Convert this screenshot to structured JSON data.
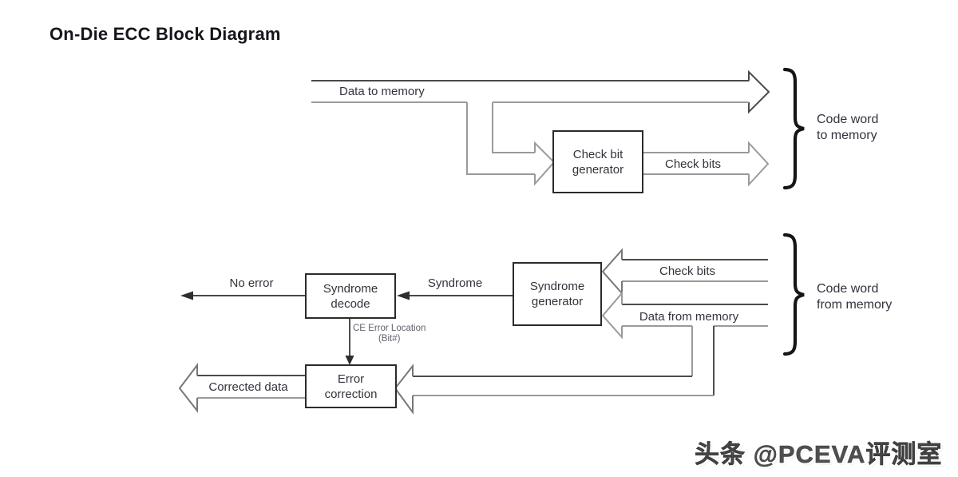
{
  "title": "On-Die ECC Block Diagram",
  "top_flow": {
    "data_to_memory_label": "Data to memory",
    "check_bit_generator": {
      "line1": "Check bit",
      "line2": "generator"
    },
    "check_bits_label": "Check bits",
    "code_word_to_memory": {
      "line1": "Code word",
      "line2": "to memory"
    }
  },
  "bottom_flow": {
    "check_bits_label": "Check bits",
    "data_from_memory_label": "Data from memory",
    "syndrome_generator": {
      "line1": "Syndrome",
      "line2": "generator"
    },
    "syndrome_label": "Syndrome",
    "syndrome_decode": {
      "line1": "Syndrome",
      "line2": "decode"
    },
    "no_error_label": "No error",
    "ce_error_location": {
      "line1": "CE Error Location",
      "line2": "(Bit#)"
    },
    "error_correction": {
      "line1": "Error",
      "line2": "correction"
    },
    "corrected_data_label": "Corrected data",
    "code_word_from_memory": {
      "line1": "Code word",
      "line2": "from memory"
    }
  },
  "watermark": "头条 @PCEVA评测室",
  "colors": {
    "line_dark": "#4b4b4b",
    "line_gray": "#9a9a9a",
    "line_mid": "#777777",
    "thin": "#2e2e2e",
    "brace": "#161616",
    "text": "#33333d",
    "text_muted": "#62626e",
    "box_border": "#2b2b2b",
    "watermark": "#4f4f4f"
  }
}
